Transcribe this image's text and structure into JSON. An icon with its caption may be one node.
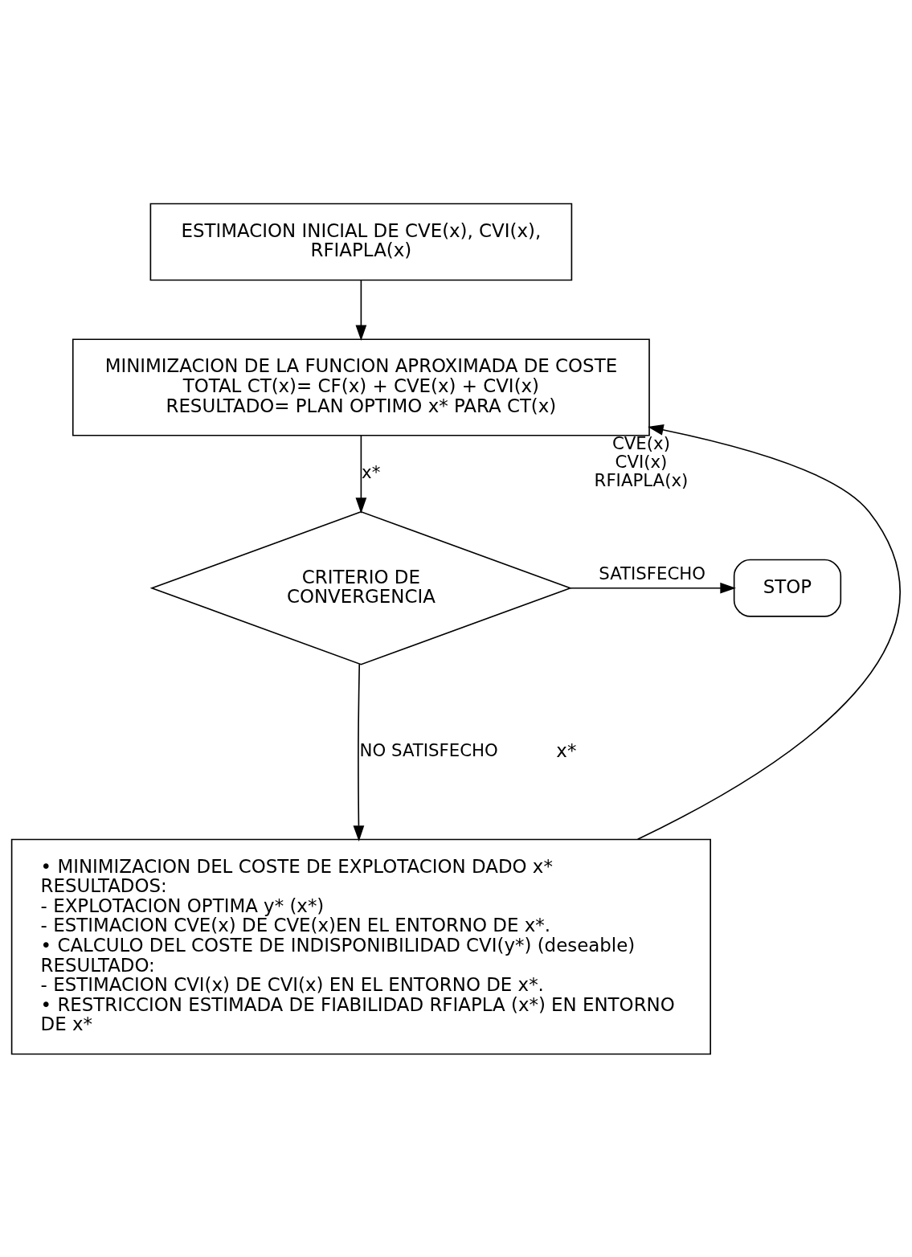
{
  "diagram": {
    "nodes": [
      {
        "text": [
          "ESTIMACION INICIAL DE CVE(x), CVI(x), RFIAPLA(x)"
        ]
      },
      {
        "text": [
          "MINIMIZACION DE LA FUNCION APROXIMADA DE COSTE TOTAL CT(x)= CF(x) + CVE(x) + CVI(x) RESULTADO= PLAN OPTIMO x* PARA CT(x)"
        ]
      },
      {
        "text": [
          "CRITERIO DE CONVERGENCIA"
        ]
      },
      {
        "text": [
          "STOP"
        ]
      },
      {
        "text": [
          "• MINIMIZACION DEL COSTE DE EXPLOTACION DADO x*",
          "RESULTADOS:",
          "- EXPLOTACION OPTIMA y* (x*)",
          "- ESTIMACION CVE(x) DE CVE(x)EN EL ENTORNO DE x*.",
          "• CALCULO DEL COSTE DE INDISPONIBILIDAD CVI(y*) (deseable) RESULTADO:",
          "- ESTIMACION CVI(x) DE CVI(x) EN EL ENTORNO DE x*.",
          "• RESTRICCION ESTIMADA DE FIABILIDAD RFIAPLA (x*) EN ENTORNO DE x*"
        ]
      }
    ],
    "edges": [
      {
        "from": 0,
        "to": 1,
        "arrow": "to"
      },
      {
        "from": 1,
        "to": 2,
        "arrow": "to",
        "label": "x*"
      },
      {
        "from": 2,
        "to": 3,
        "arrow": "to",
        "label": "SATISFECHO"
      },
      {
        "from": 2,
        "to": 4,
        "arrow": "to",
        "label": "NO SATISFECHO"
      },
      {
        "from": 4,
        "to": 1,
        "arrow": "to",
        "label": "CVE(x) CVI(x) RFIAPLA(x)"
      }
    ],
    "labels": [
      "x*"
    ]
  }
}
